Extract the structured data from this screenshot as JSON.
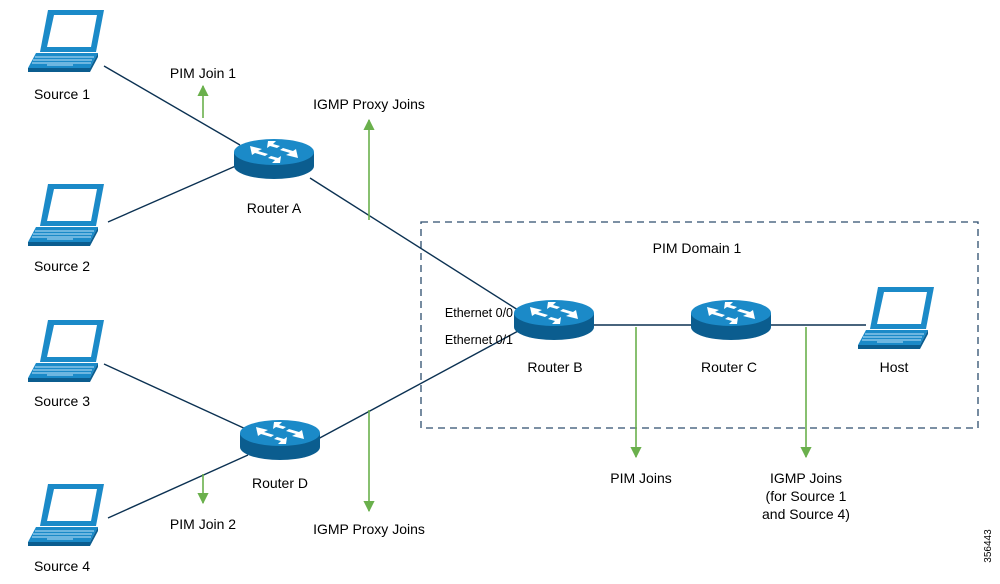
{
  "nodes": {
    "source1": "Source 1",
    "source2": "Source 2",
    "source3": "Source 3",
    "source4": "Source 4",
    "host": "Host",
    "router_a": "Router A",
    "router_b": "Router B",
    "router_c": "Router C",
    "router_d": "Router D"
  },
  "interfaces": {
    "eth0": "Ethernet 0/0",
    "eth1": "Ethernet 0/1"
  },
  "domain_label": "PIM Domain 1",
  "annotations": {
    "pim_join_1": "PIM Join 1",
    "pim_join_2": "PIM Join 2",
    "igmp_proxy_joins_top": "IGMP Proxy Joins",
    "igmp_proxy_joins_bottom": "IGMP Proxy Joins",
    "pim_joins": "PIM Joins",
    "igmp_joins_line1": "IGMP Joins",
    "igmp_joins_line2": "(for Source 1",
    "igmp_joins_line3": "and Source 4)"
  },
  "figure_id": "356443",
  "colors": {
    "device_blue": "#1b8ac8",
    "device_dark": "#0b5d8f",
    "link": "#0b3152",
    "join_arrow": "#6ab04c",
    "domain_border": "#2d4d6e"
  }
}
